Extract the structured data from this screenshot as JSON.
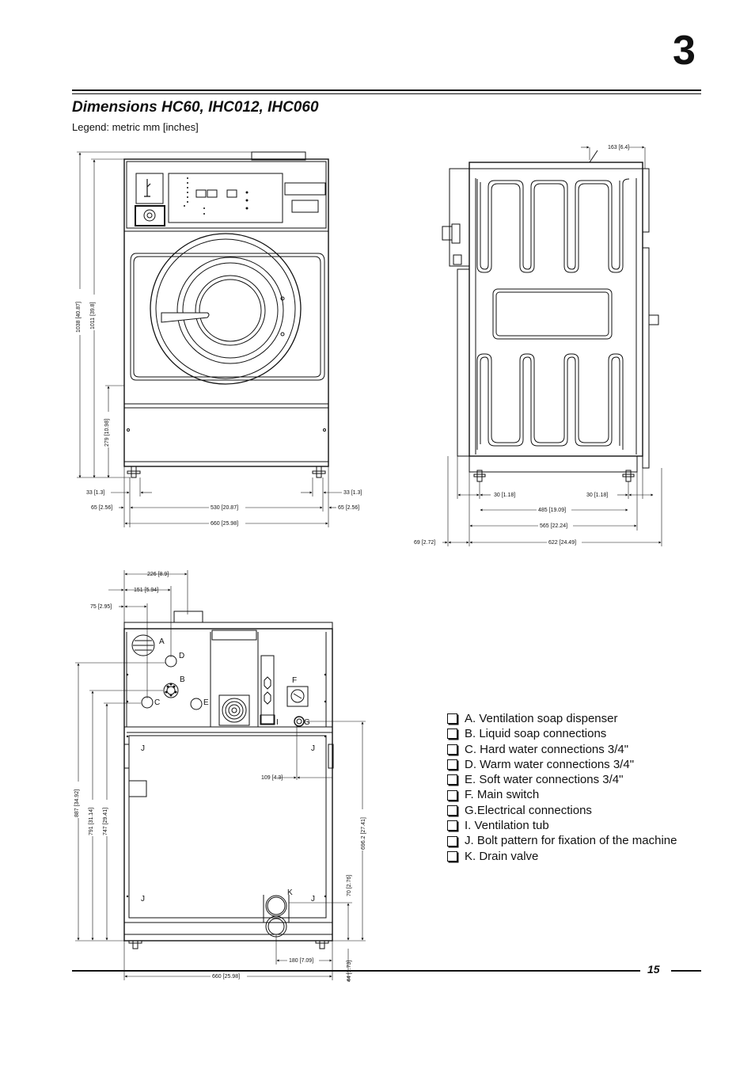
{
  "chapter_number": "3",
  "title": "Dimensions HC60, IHC012, IHC060",
  "legend_note": "Legend: metric mm [inches]",
  "page_number": "15",
  "front_view": {
    "dims": {
      "h_total": "1038 [40.87]",
      "h_body": "1011 [39.8]",
      "h_lower": "279 [10.98]",
      "foot_left": "33 [1.3]",
      "foot_right": "33 [1.3]",
      "side_left": "65 [2.56]",
      "feet_span": "530 [20.87]",
      "side_right": "65 [2.56]",
      "width": "660 [25.98]"
    }
  },
  "side_view": {
    "dims": {
      "top_offset": "163 [6.4]",
      "foot_left": "30 [1.18]",
      "foot_right": "30 [1.18]",
      "feet_span": "485 [19.09]",
      "body_depth": "565 [22.24]",
      "front_offset": "69 [2.72]",
      "total_depth": "622 [24.49]"
    }
  },
  "rear_view": {
    "dims": {
      "d1": "226 [8.9]",
      "d2": "151 [5.94]",
      "d3": "75 [2.95]",
      "v1": "887 [34.92]",
      "v2": "791 [31.14]",
      "v3": "747 [29.41]",
      "g_offset": "109 [4.3]",
      "v4": "696.2 [27.41]",
      "drain_h": "70 [2.76]",
      "drain_w": "180 [7.09]",
      "foot_h": "44 [1.73]",
      "width": "660 [25.98]"
    },
    "labels": {
      "a": "A",
      "b": "B",
      "c": "C",
      "d": "D",
      "e": "E",
      "f": "F",
      "g": "G",
      "i": "I",
      "j": "J",
      "k": "K"
    }
  },
  "legend_items": [
    "A. Ventilation soap dispenser",
    "B. Liquid soap connections",
    "C. Hard water connections 3/4\"",
    "D. Warm water connections 3/4\"",
    "E. Soft water connections 3/4\"",
    "F. Main switch",
    "G.Electrical connections",
    "I.  Ventilation tub",
    "J.  Bolt pattern for fixation of the machine",
    "K. Drain valve"
  ]
}
